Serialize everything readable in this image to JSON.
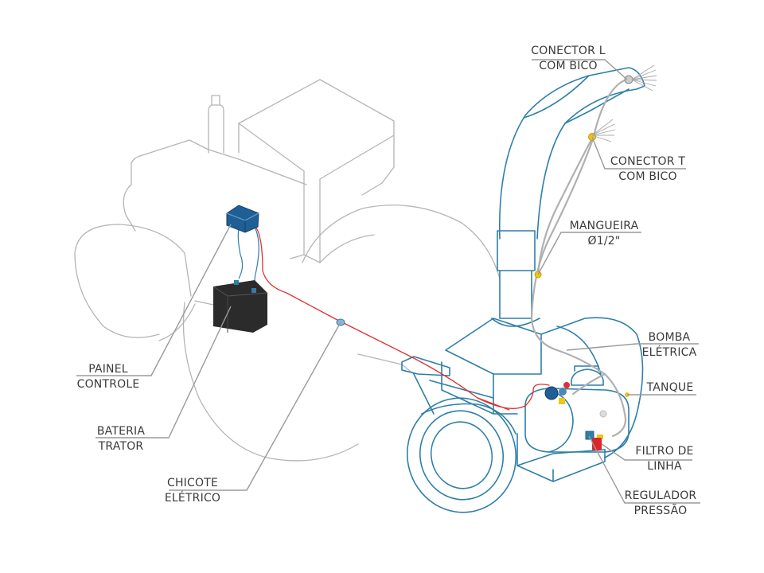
{
  "labels": {
    "conector_l": [
      "CONECTOR L",
      "COM BICO"
    ],
    "conector_t": [
      "CONECTOR T",
      "COM BICO"
    ],
    "mangueira": [
      "MANGUEIRA",
      "Ø1/2\""
    ],
    "bomba": [
      "BOMBA",
      "ELÉTRICA"
    ],
    "tanque": [
      "TANQUE"
    ],
    "filtro": [
      "FILTRO DE",
      "LINHA"
    ],
    "regulador": [
      "REGULADOR",
      "PRESSÃO"
    ],
    "painel": [
      "PAINEL",
      "CONTROLE"
    ],
    "bateria": [
      "BATERIA",
      "TRATOR"
    ],
    "chicote": [
      "CHICOTE",
      "ELÉTRICO"
    ]
  },
  "colors": {
    "tractor_outline": "#b5b5b5",
    "machine_outline": "#2e7fa8",
    "wire_red": "#e03030",
    "hose": "#b0b0b0",
    "leader": "#9a9a9a",
    "fitting_yellow": "#f0c419",
    "panel_blue": "#1f5f96",
    "battery": "#2b2b2b",
    "filter_red": "#d8262a"
  }
}
